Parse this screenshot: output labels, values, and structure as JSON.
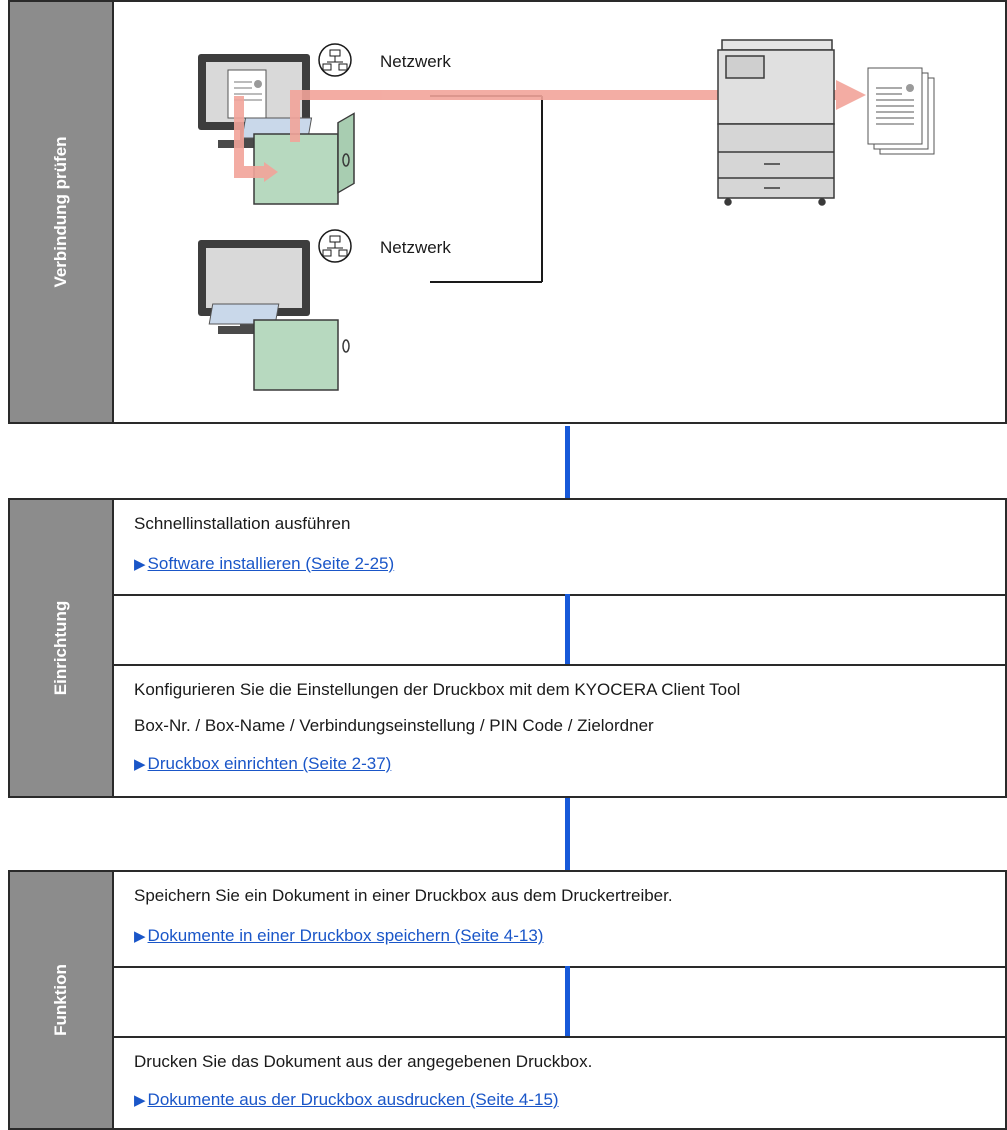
{
  "sections": {
    "verbindung": {
      "title": "Verbindung prüfen"
    },
    "einrichtung": {
      "title": "Einrichtung"
    },
    "funktion": {
      "title": "Funktion"
    }
  },
  "diagram": {
    "network_label_1": "Netzwerk",
    "network_label_2": "Netzwerk"
  },
  "einrichtung": {
    "step1_text": "Schnellinstallation ausführen",
    "step1_link": "Software installieren (Seite 2-25)",
    "step2_text": "Konfigurieren Sie die Einstellungen der Druckbox mit dem KYOCERA Client Tool",
    "step2_detail": "Box-Nr. / Box-Name / Verbindungseinstellung / PIN Code / Zielordner",
    "step2_link": "Druckbox einrichten (Seite 2-37)"
  },
  "funktion": {
    "step1_text": "Speichern Sie ein Dokument in einer Druckbox aus dem Druckertreiber.",
    "step1_link": "Dokumente in einer Druckbox speichern (Seite 4-13)",
    "step2_text": "Drucken Sie das Dokument aus der angegebenen Druckbox.",
    "step2_link": "Dokumente aus der Druckbox ausdrucken (Seite 4-15)"
  },
  "link_marker": "▶",
  "colors": {
    "link": "#1a56c8",
    "connector": "#1759d9",
    "sidebar": "#8c8c8c",
    "flow_arrow": "#f2a49a",
    "box_green": "#b7d9bf"
  },
  "icons": [
    "network-icon",
    "computer-icon",
    "document-icon",
    "file-box-icon",
    "printer-icon",
    "printed-stack-icon"
  ]
}
